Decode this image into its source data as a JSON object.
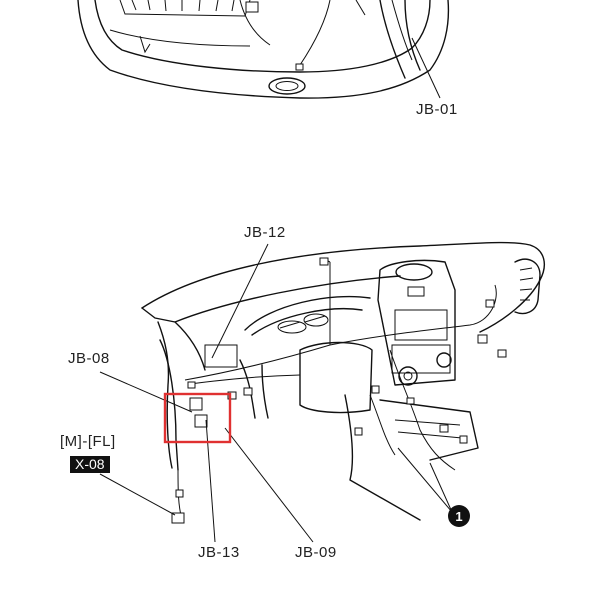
{
  "labels": {
    "jb01": "JB-01",
    "jb12": "JB-12",
    "jb08": "JB-08",
    "connector_code": "[M]-[FL]",
    "x08": "X-08",
    "jb13": "JB-13",
    "jb09": "JB-09",
    "callout_number": "1"
  },
  "colors": {
    "highlight_box": "#e03131",
    "line": "#111111",
    "badge_bg": "#111111"
  }
}
